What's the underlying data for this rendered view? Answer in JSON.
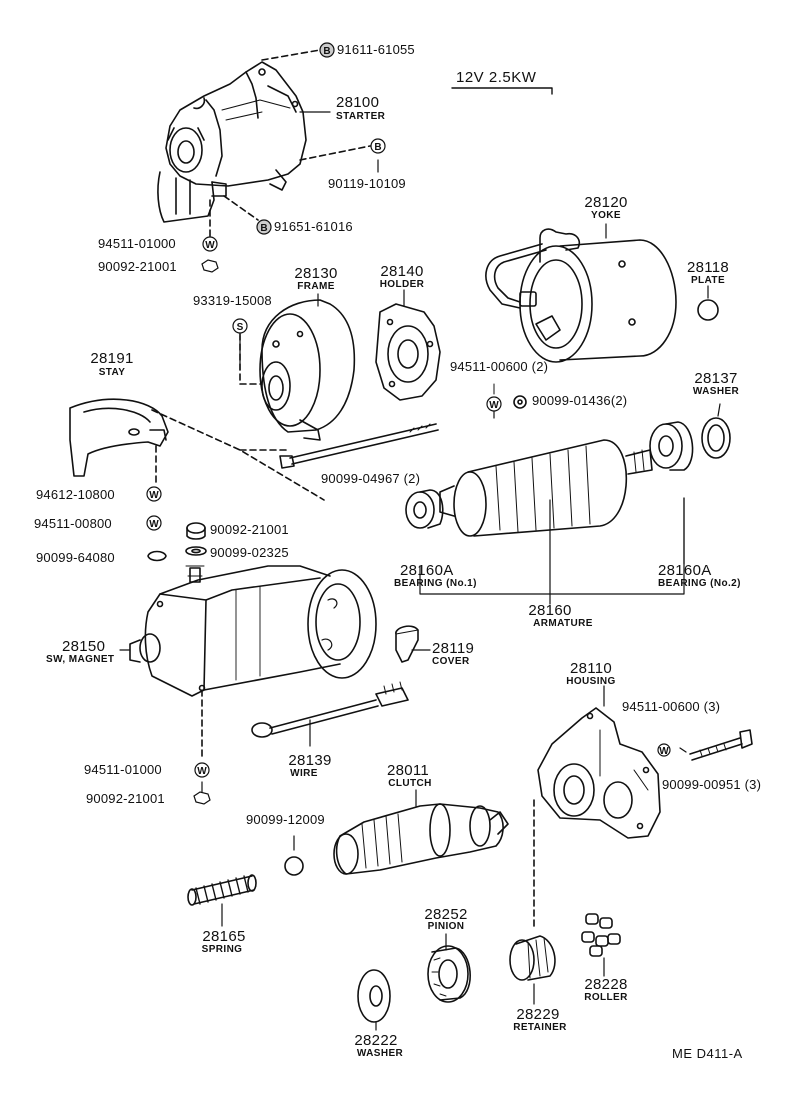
{
  "header": {
    "spec": "12V 2.5KW"
  },
  "footer": {
    "ref": "ME  D411-A"
  },
  "fasteners": {
    "b1": "91611-61055",
    "b2": "90119-10109",
    "b3": "91651-61016",
    "w1": "94511-01000",
    "n1": "90092-21001",
    "s1": "93319-15008",
    "w2": "94511-00600 (2)",
    "g1": "90099-01436(2)",
    "bolt1": "90099-04967 (2)",
    "w3": "94612-10800",
    "w4": "94511-00800",
    "n2": "90092-21001",
    "g2": "90099-02325",
    "n3": "90099-64080",
    "w5": "94511-01000",
    "n4": "90092-21001",
    "w6": "94511-00600 (3)",
    "bolt2": "90099-00951 (3)",
    "ball": "90099-12009"
  },
  "parts": {
    "starter": {
      "num": "28100",
      "name": "STARTER"
    },
    "yoke": {
      "num": "28120",
      "name": "YOKE"
    },
    "plate": {
      "num": "28118",
      "name": "PLATE"
    },
    "frame": {
      "num": "28130",
      "name": "FRAME"
    },
    "holder": {
      "num": "28140",
      "name": "HOLDER"
    },
    "stay": {
      "num": "28191",
      "name": "STAY"
    },
    "washer1": {
      "num": "28137",
      "name": "WASHER"
    },
    "bearing1": {
      "num": "28160A",
      "name": "BEARING (No.1)"
    },
    "bearing2": {
      "num": "28160A",
      "name": "BEARING (No.2)"
    },
    "armature": {
      "num": "28160",
      "name": "ARMATURE"
    },
    "swmagnet": {
      "num": "28150",
      "name": "SW, MAGNET"
    },
    "cover": {
      "num": "28119",
      "name": "COVER"
    },
    "housing": {
      "num": "28110",
      "name": "HOUSING"
    },
    "wire": {
      "num": "28139",
      "name": "WIRE"
    },
    "clutch": {
      "num": "28011",
      "name": "CLUTCH"
    },
    "spring": {
      "num": "28165",
      "name": "SPRING"
    },
    "pinion": {
      "num": "28252",
      "name": "PINION"
    },
    "roller": {
      "num": "28228",
      "name": "ROLLER"
    },
    "retainer": {
      "num": "28229",
      "name": "RETAINER"
    },
    "washer2": {
      "num": "28222",
      "name": "WASHER"
    }
  },
  "symbols": {
    "bolt": "B",
    "washer": "W",
    "screw": "S"
  },
  "colors": {
    "ink": "#111111",
    "paper": "#ffffff"
  }
}
